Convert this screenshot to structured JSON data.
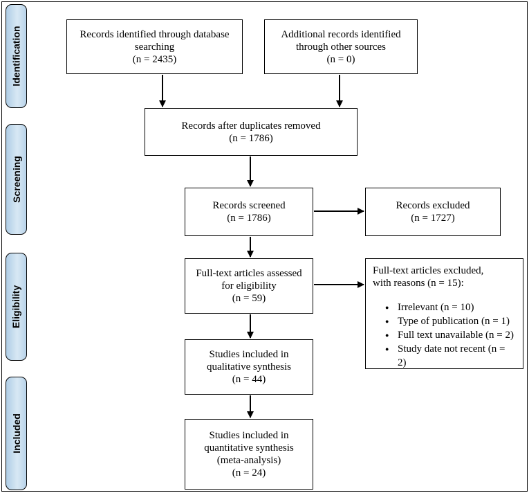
{
  "phases": {
    "identification": "Identification",
    "screening": "Screening",
    "eligibility": "Eligibility",
    "included": "Included"
  },
  "boxes": {
    "database_records": [
      "Records identified through database",
      "searching",
      "(n = 2435)"
    ],
    "other_records": [
      "Additional records identified",
      "through other sources",
      "(n = 0)"
    ],
    "after_duplicates": [
      "Records after duplicates removed",
      "(n = 1786)"
    ],
    "screened": [
      "Records screened",
      "(n = 1786)"
    ],
    "excluded": [
      "Records excluded",
      "(n = 1727)"
    ],
    "fulltext_assessed": [
      "Full-text articles assessed",
      "for eligibility",
      "(n = 59)"
    ],
    "fulltext_excluded": {
      "title": [
        "Full-text articles excluded,",
        "with reasons (n = 15):"
      ],
      "reasons": [
        "Irrelevant (n = 10)",
        "Type of publication (n = 1)",
        "Full text unavailable (n = 2)",
        "Study date not recent (n = 2)"
      ]
    },
    "qualitative": [
      "Studies included in",
      "qualitative synthesis",
      "(n = 44)"
    ],
    "quantitative": [
      "Studies included in",
      "quantitative synthesis",
      "(meta-analysis)",
      "(n = 24)"
    ]
  }
}
